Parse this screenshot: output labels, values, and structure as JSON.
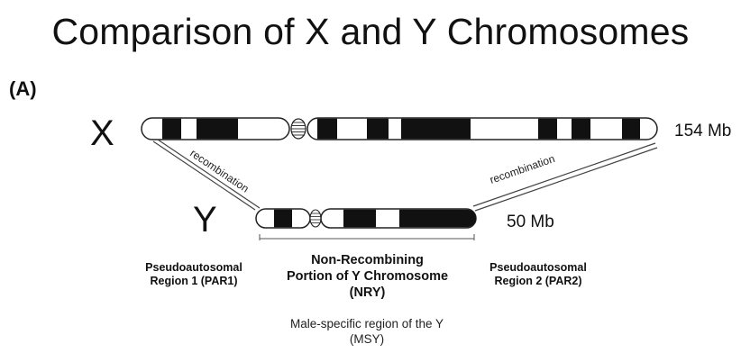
{
  "title": "Comparison of X and Y Chromosomes",
  "panel_label": "(A)",
  "x_chromosome": {
    "label": "X",
    "size": "154 Mb"
  },
  "y_chromosome": {
    "label": "Y",
    "size": "50 Mb"
  },
  "recombination_label": "recombination",
  "par1": {
    "line1": "Pseudoautosomal",
    "line2": "Region 1 (PAR1)"
  },
  "nry": {
    "line1": "Non-Recombining",
    "line2": "Portion of Y Chromosome",
    "line3": "(NRY)"
  },
  "par2": {
    "line1": "Pseudoautosomal",
    "line2": "Region 2 (PAR2)"
  },
  "msy": {
    "line1": "Male-specific region of the Y",
    "line2": "(MSY)"
  },
  "colors": {
    "band": "#111111",
    "outline": "#222222",
    "background": "#ffffff"
  }
}
